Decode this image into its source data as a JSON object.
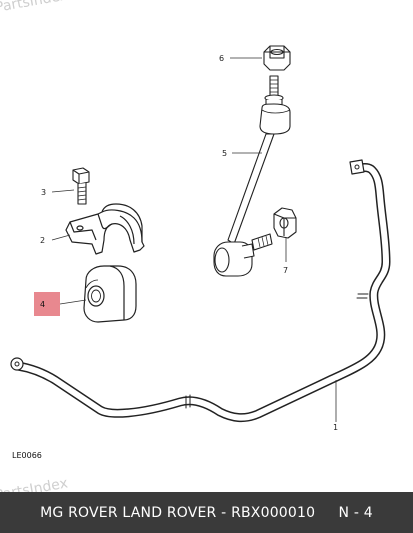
{
  "watermark": "PartsIndex",
  "callouts": [
    "1",
    "2",
    "3",
    "4",
    "5",
    "6",
    "7"
  ],
  "diagram_ref": "LE0066",
  "highlight_color": "#e8888f",
  "footer": {
    "brand": "MG ROVER LAND ROVER",
    "part_number": "RBX000010",
    "position": "N - 4"
  }
}
